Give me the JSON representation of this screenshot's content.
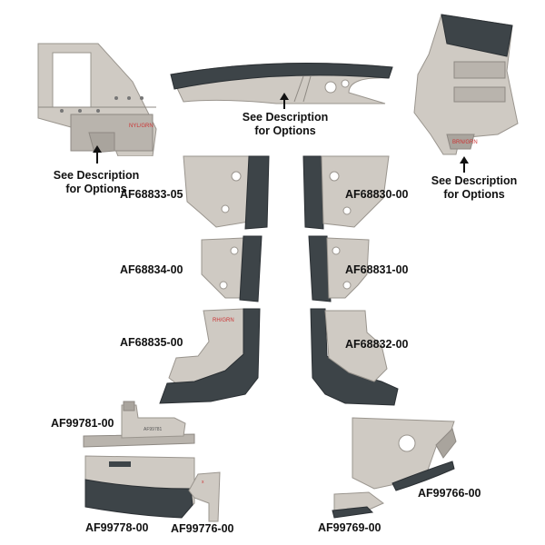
{
  "colors": {
    "metal": "#c9c4bd",
    "metal_dark": "#a9a49d",
    "rubber": "#3d4448",
    "rubber_dark": "#2a2f33",
    "text": "#111111"
  },
  "option_labels": [
    {
      "line1": "See Description",
      "line2": "for Options"
    },
    {
      "line1": "See Description",
      "line2": "for Options"
    },
    {
      "line1": "See Description",
      "line2": "for Options"
    }
  ],
  "part_labels": {
    "af68833": "AF68833-05",
    "af68830": "AF68830-00",
    "af68834": "AF68834-00",
    "af68831": "AF68831-00",
    "af68835": "AF68835-00",
    "af68832": "AF68832-00",
    "af99781": "AF99781-00",
    "af99778": "AF99778-00",
    "af99776": "AF99776-00",
    "af99766": "AF99766-00",
    "af99769": "AF99769-00"
  }
}
